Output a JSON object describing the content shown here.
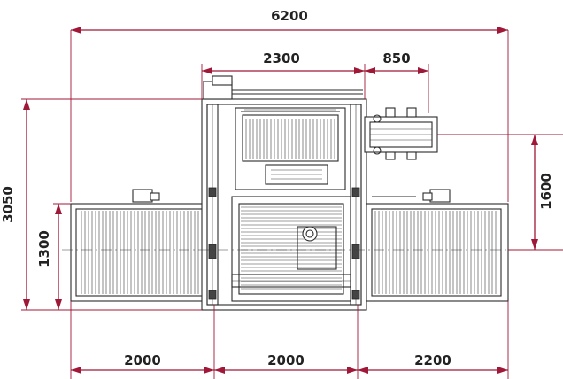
{
  "dimensions": {
    "overall_width": "6200",
    "center_cell_width": "2300",
    "side_unit_width": "850",
    "overall_depth": "3050",
    "side_conveyor_offset": "1600",
    "left_conveyor_offset": "1300",
    "left_conveyor_length": "2000",
    "center_conveyor_length": "2000",
    "right_conveyor_length": "2200"
  },
  "colors": {
    "dimension_line": "#a01837",
    "machine_line": "#2a2a2a"
  }
}
